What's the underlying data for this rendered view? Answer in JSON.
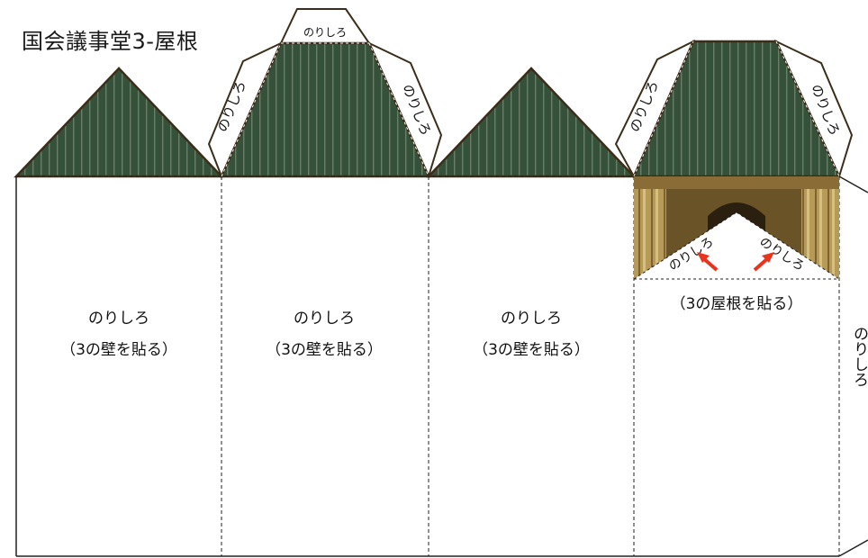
{
  "title": "国会議事堂3-屋根",
  "tab_label": "のりしろ",
  "panels": [
    {
      "label": "のりしろ",
      "note": "（3の壁を貼る）"
    },
    {
      "label": "のりしろ",
      "note": "（3の壁を貼る）"
    },
    {
      "label": "のりしろ",
      "note": "（3の壁を貼る）"
    },
    {
      "note": "（3の屋根を貼る）"
    }
  ],
  "colors": {
    "roof": "#35513a",
    "roof_stripe": "#6a7e69",
    "outline": "#3a2e1a",
    "arrow": "#e8341c",
    "wall_gold": "#b89a58"
  }
}
